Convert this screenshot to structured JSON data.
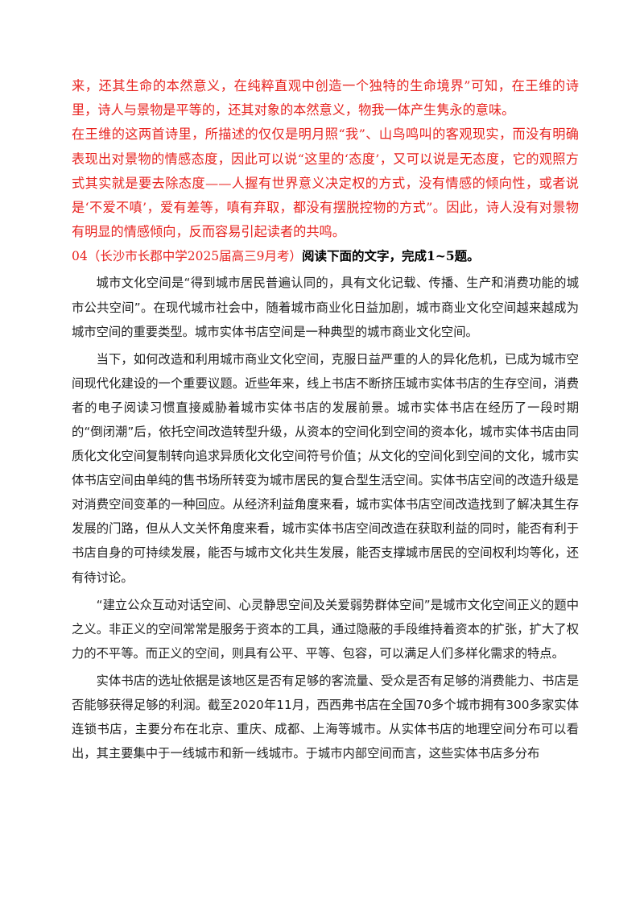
{
  "red_section": {
    "paragraphs": [
      "来，还其生命的本然意义，在纯粹直观中创造一个独特的生命境界”可知，在王维的诗里，诗人与景物是平等的，还其对象的本然意义，物我一体产生隽永的意味。",
      "在王维的这两首诗里，所描述的仅仅是明月照“我”、山鸟鸣叫的客观现实，而没有明确表现出对景物的情感态度，因此可以说“这里的‘态度’，又可以说是无态度，它的观照方式其实就是要去除态度——人握有世界意义决定权的方式，没有情感的倾向性，或者说是‘不爱不嗔’，爱有差等，嗔有弃取，都没有摆脱控物的方式”。因此，诗人没有对景物有明显的情感倾向，反而容易引起读者的共鸣。"
    ]
  },
  "question": {
    "source": "04（长沙市长郡中学2025届高三9月考）",
    "instruction": "阅读下面的文字，完成1~5题。"
  },
  "article": {
    "paragraphs": [
      "城市文化空间是“得到城市居民普遍认同的，具有文化记载、传播、生产和消费功能的城市公共空间”。在现代城市社会中，随着城市商业化日益加剧，城市商业文化空间越来越成为城市空间的重要类型。城市实体书店空间是一种典型的城市商业文化空间。",
      "当下，如何改造和利用城市商业文化空间，克服日益严重的人的异化危机，已成为城市空间现代化建设的一个重要议题。近些年来，线上书店不断挤压城市实体书店的生存空间，消费者的电子阅读习惯直接威胁着城市实体书店的发展前景。城市实体书店在经历了一段时期的“倒闭潮”后，依托空间改造转型升级，从资本的空间化到空间的资本化，城市实体书店由同质化文化空间复制转向追求异质化文化空间符号价值；从文化的空间化到空间的文化，城市实体书店空间由单纯的售书场所转变为城市居民的复合型生活空间。实体书店空间的改造升级是对消费空间变革的一种回应。从经济利益角度来看，城市实体书店空间改造找到了解决其生存发展的门路，但从人文关怀角度来看，城市实体书店空间改造在获取利益的同时，能否有利于书店自身的可持续发展，能否与城市文化共生发展，能否支撑城市居民的空间权利均等化，还有待讨论。",
      "“建立公众互动对话空间、心灵静思空间及关爱弱势群体空间”是城市文化空间正义的题中之义。非正义的空间常常是服务于资本的工具，通过隐蔽的手段维持着资本的扩张，扩大了权力的不平等。而正义的空间，则具有公平、平等、包容，可以满足人们多样化需求的特点。",
      "实体书店的选址依据是该地区是否有足够的客流量、受众是否有足够的消费能力、书店是否能够获得足够的利润。截至2020年11月，西西弗书店在全国70多个城市拥有300多家实体连锁书店，主要分布在北京、重庆、成都、上海等城市。从实体书店的地理空间分布可以看出，其主要集中于一线城市和新一线城市。于城市内部空间而言，这些实体书店多分布"
    ]
  }
}
